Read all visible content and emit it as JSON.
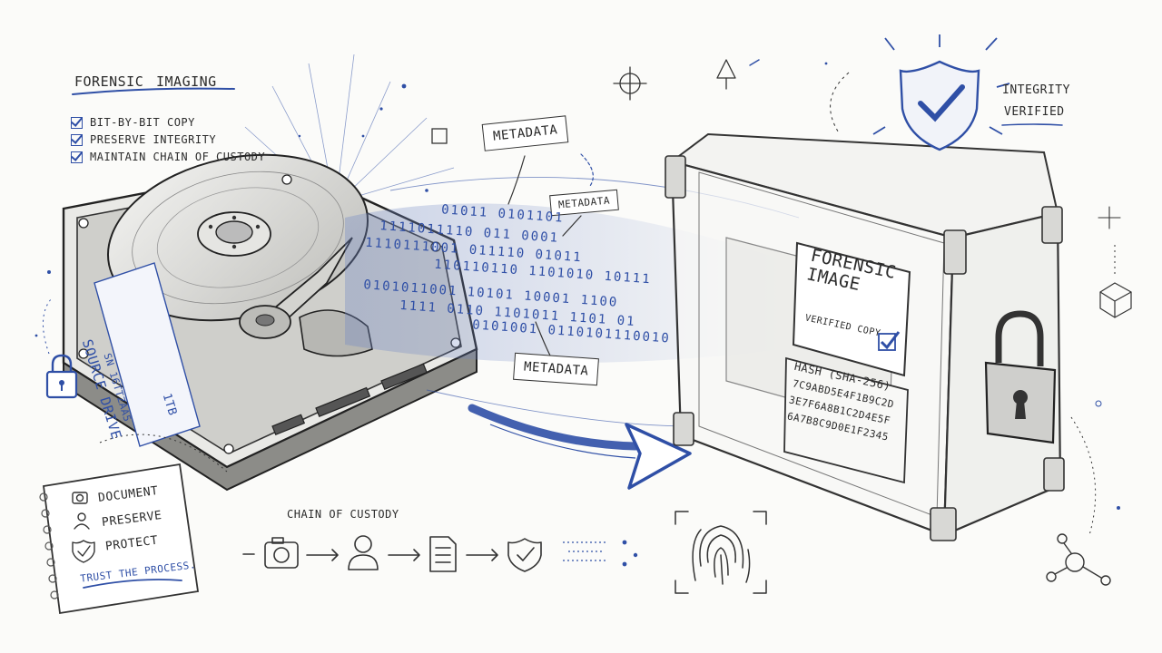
{
  "title": "Forensic Imaging",
  "checklist": [
    "Bit-by-bit copy",
    "Preserve integrity",
    "Maintain chain of custody"
  ],
  "source_drive": {
    "label": "Source Drive",
    "serial": "SN 16TTZAA5",
    "capacity": "1TB"
  },
  "metadata_tags": [
    "Metadata",
    "Metadata",
    "Metadata"
  ],
  "binary_rows": [
    "01011 0101101",
    "1111011110 011 0001",
    "1110111001 011110 01011",
    "110110110 1101010 10111",
    "0101011001 10101 10001 1100",
    "1111 0110 1101011 1101 01",
    "0101001 0110101110010"
  ],
  "forensic_image": {
    "title": "Forensic Image",
    "subtitle": "Verified Copy"
  },
  "hash": {
    "header": "HASH (SHA-256)",
    "lines": [
      "7C9ABD5E4F1B9C2D",
      "3E7F6A8B1C2D4E5F",
      "6A7B8C9D0E1F2345"
    ]
  },
  "integrity": {
    "line1": "Integrity",
    "line2": "Verified"
  },
  "notebook": {
    "items": [
      "Document",
      "Preserve",
      "Protect"
    ],
    "footer": "Trust the process."
  },
  "chain_of_custody": {
    "label": "Chain of custody"
  },
  "icons": {
    "camera": "camera-icon",
    "person": "person-icon",
    "document": "document-icon",
    "shield": "shield-check-icon",
    "fingerprint": "fingerprint-icon",
    "lock": "padlock-icon"
  },
  "colors": {
    "ink": "#333333",
    "accent_blue": "#2f4fa6",
    "paper": "#fbfbf9"
  }
}
